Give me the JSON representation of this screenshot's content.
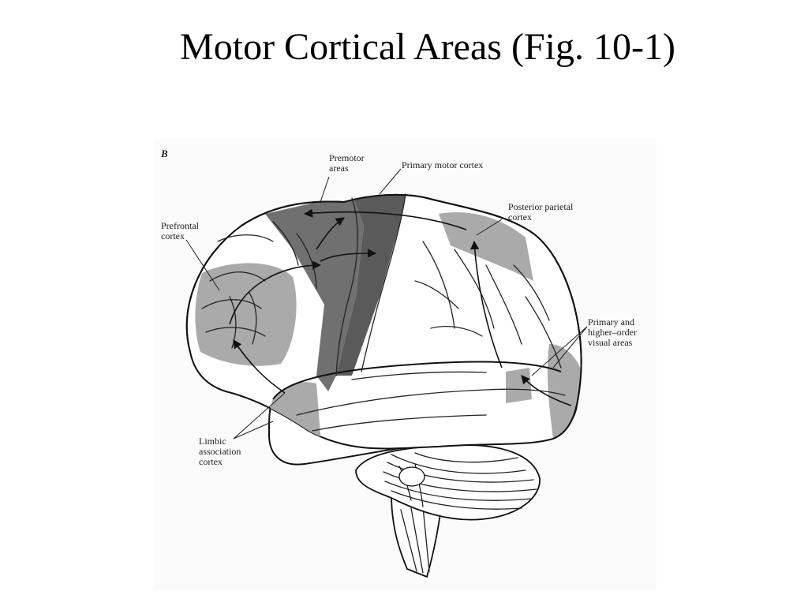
{
  "slide": {
    "title": "Motor Cortical Areas (Fig. 10-1)"
  },
  "figure": {
    "panel_letter": "B",
    "labels": {
      "premotor_line1": "Premotor",
      "premotor_line2": "areas",
      "primary_motor": "Primary motor cortex",
      "prefrontal_line1": "Prefrontal",
      "prefrontal_line2": "cortex",
      "posterior_parietal_line1": "Posterior parietal",
      "posterior_parietal_line2": "cortex",
      "visual_line1": "Primary and",
      "visual_line2": "higher–order",
      "visual_line3": "visual areas",
      "limbic_line1": "Limbic",
      "limbic_line2": "association",
      "limbic_line3": "cortex"
    },
    "colors": {
      "light_region": "#aaaaaa",
      "dark_region": "#707070",
      "darker_region": "#5a5a5a"
    }
  }
}
